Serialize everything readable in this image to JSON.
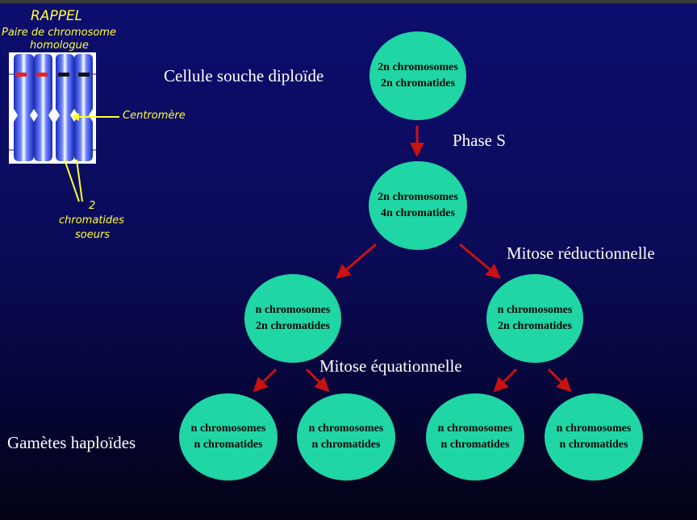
{
  "rappel": {
    "title": "RAPPEL",
    "pair_label_line1": "Paire de chromosome",
    "pair_label_line2": "homologue",
    "centromere_label": "Centromère",
    "sister_line1": "2",
    "sister_line2": "chromatides",
    "sister_line3": "soeurs"
  },
  "labels": {
    "stem_cell": "Cellule souche diploïde",
    "phase_s": "Phase S",
    "meiosis1": "Mitose réductionnelle",
    "meiosis2": "Mitose équationnelle",
    "gametes": "Gamètes haploïdes"
  },
  "nodes": {
    "stem": {
      "line1": "2n chromosomes",
      "line2": "2n chromatides"
    },
    "after_s": {
      "line1": "2n chromosomes",
      "line2": "4n chromatides"
    },
    "left": {
      "line1": "n chromosomes",
      "line2": "2n chromatides"
    },
    "right": {
      "line1": "n chromosomes",
      "line2": "2n chromatides"
    },
    "g1": {
      "line1": "n chromosomes",
      "line2": "n chromatides"
    },
    "g2": {
      "line1": "n chromosomes",
      "line2": "n chromatides"
    },
    "g3": {
      "line1": "n chromosomes",
      "line2": "n chromatides"
    },
    "g4": {
      "line1": "n chromosomes",
      "line2": "n chromatides"
    }
  },
  "colors": {
    "node_fill": "#1fd6a4",
    "arrow": "#cc1111",
    "annotation": "#ffff33"
  }
}
